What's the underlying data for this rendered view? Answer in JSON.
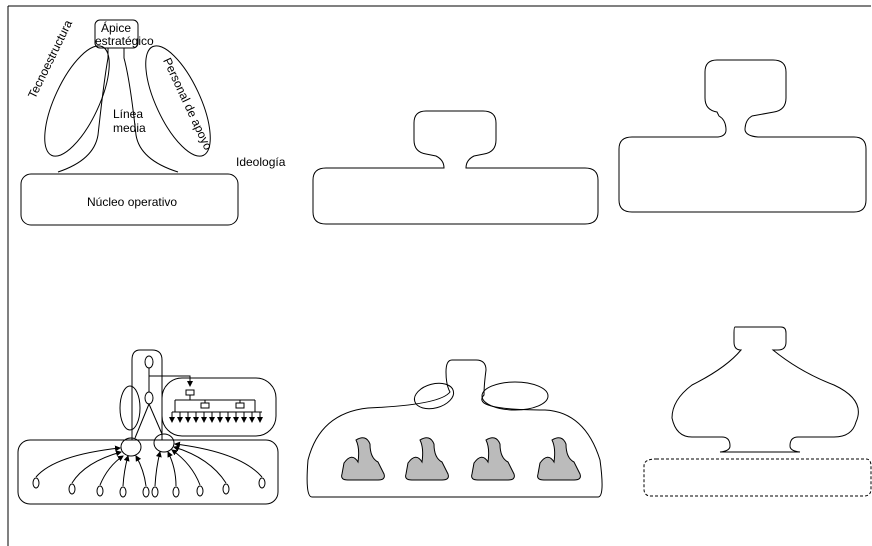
{
  "diagram": {
    "labels": {
      "apex": "Ápice",
      "apex2": "estratégico",
      "techno": "Tecnoestructura",
      "support": "Personal de apoyo",
      "middle1": "Línea",
      "middle2": "media",
      "ideology": "Ideología",
      "core": "Núcleo operativo"
    }
  }
}
